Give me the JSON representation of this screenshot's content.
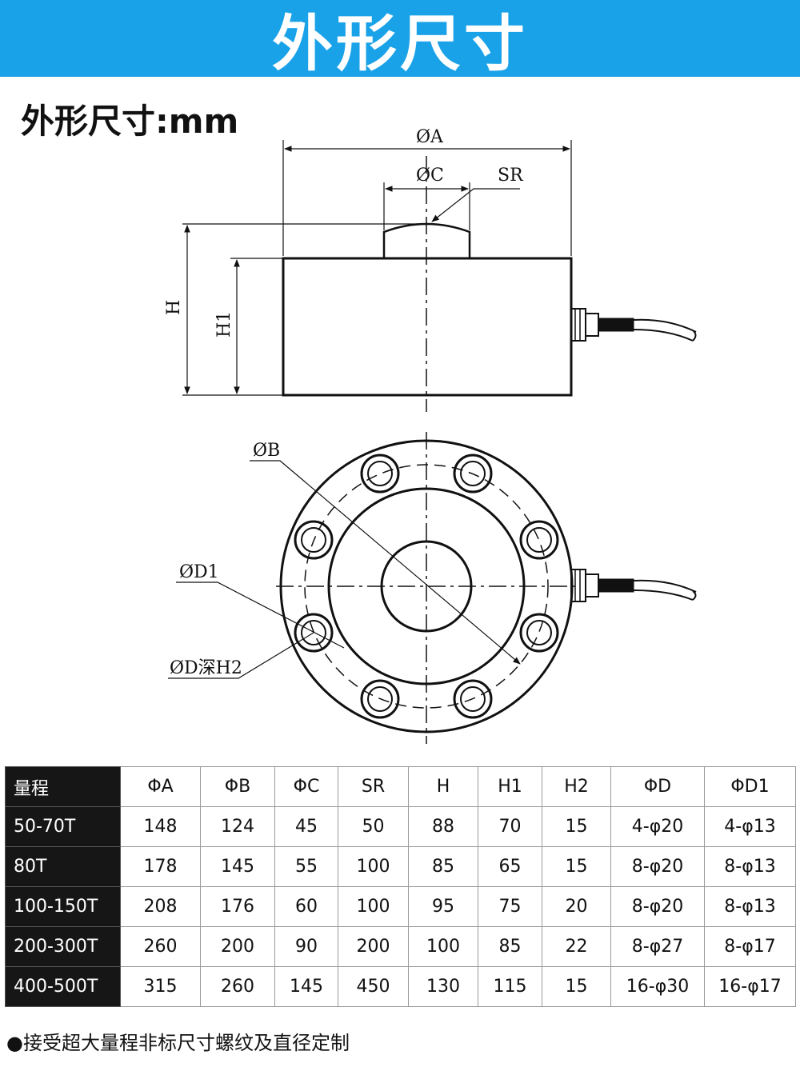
{
  "banner": {
    "title": "外形尺寸"
  },
  "subtitle": "外形尺寸:mm",
  "labels": {
    "dia_a": "ØA",
    "dia_c": "ØC",
    "sr": "SR",
    "h": "H",
    "h1": "H1",
    "dia_b": "ØB",
    "dia_d1": "ØD1",
    "dia_d_depth": "ØD深H2"
  },
  "table": {
    "headers": [
      "量程",
      "ΦA",
      "ΦB",
      "ΦC",
      "SR",
      "H",
      "H1",
      "H2",
      "ΦD",
      "ΦD1"
    ],
    "rows": [
      [
        "50-70T",
        "148",
        "124",
        "45",
        "50",
        "88",
        "70",
        "15",
        "4-φ20",
        "4-φ13"
      ],
      [
        "80T",
        "178",
        "145",
        "55",
        "100",
        "85",
        "65",
        "15",
        "8-φ20",
        "8-φ13"
      ],
      [
        "100-150T",
        "208",
        "176",
        "60",
        "100",
        "95",
        "75",
        "20",
        "8-φ20",
        "8-φ13"
      ],
      [
        "200-300T",
        "260",
        "200",
        "90",
        "200",
        "100",
        "85",
        "22",
        "8-φ27",
        "8-φ17"
      ],
      [
        "400-500T",
        "315",
        "260",
        "145",
        "450",
        "130",
        "115",
        "15",
        "16-φ30",
        "16-φ17"
      ]
    ]
  },
  "footnote": "●接受超大量程非标尺寸螺纹及直径定制",
  "colors": {
    "banner": "#1aa2e8",
    "header_cell": "#161616"
  }
}
